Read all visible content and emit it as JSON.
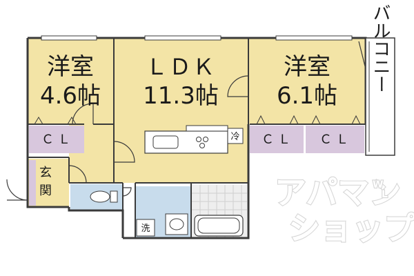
{
  "colors": {
    "room_fill": "#f3e4a6",
    "closet_fill": "#d8c7dd",
    "wet_fill": "#c8dcec",
    "bath_tile": "#eeeeee",
    "wall": "#3a3a3a",
    "watermark": "#d6d6d6"
  },
  "rooms": {
    "western_left": {
      "name": "洋室",
      "size": "4.6帖"
    },
    "ldk": {
      "name": "ＬＤＫ",
      "size": "11.3帖"
    },
    "western_right": {
      "name": "洋室",
      "size": "6.1帖"
    },
    "closet_left": {
      "label": "ＣＬ"
    },
    "closet_right_a": {
      "label": "ＣＬ"
    },
    "closet_right_b": {
      "label": "ＣＬ"
    },
    "entrance": {
      "line1": "玄",
      "line2": "関"
    },
    "balcony": {
      "label": "バルコニー"
    },
    "fridge": {
      "label": "冷"
    },
    "washer": {
      "label": "洗"
    }
  },
  "watermark": {
    "line1": "アパマン",
    "line2": "ショップ",
    "small": "W",
    "small2": "L"
  }
}
